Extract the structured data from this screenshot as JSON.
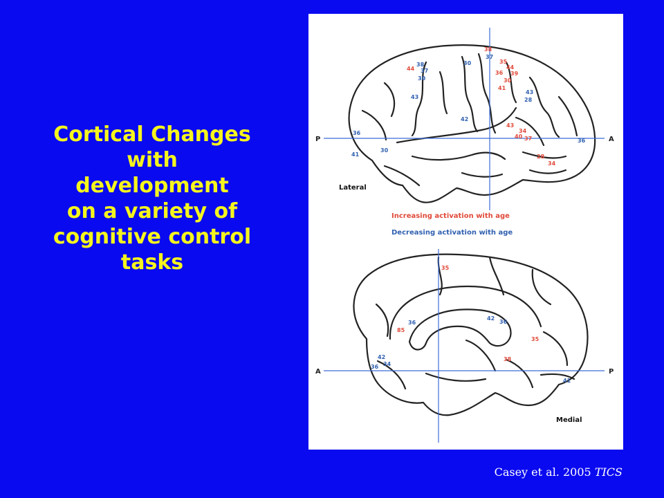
{
  "slide": {
    "title_lines": [
      "Cortical Changes",
      "with",
      "development",
      "on a variety of",
      "cognitive control",
      "tasks"
    ],
    "caption_prefix": "Casey et al. 2005",
    "caption_journal": "TICS",
    "colors": {
      "background": "#0a0af0",
      "title": "#f5f51e",
      "increasing": "#e04a3a",
      "decreasing": "#3060b0"
    }
  },
  "figure": {
    "lateral": {
      "view_label": "Lateral",
      "axis_left": "P",
      "axis_right": "A",
      "increasing_labels": [
        "38",
        "35",
        "44",
        "36",
        "39",
        "30",
        "41",
        "44",
        "43",
        "34",
        "40",
        "37",
        "28",
        "34"
      ],
      "decreasing_labels": [
        "30",
        "38",
        "37",
        "30",
        "37",
        "43",
        "28",
        "43",
        "42",
        "36",
        "41",
        "30",
        "36"
      ]
    },
    "legend": {
      "increasing": "Increasing activation with age",
      "decreasing": "Decreasing activation with age"
    },
    "medial": {
      "view_label": "Medial",
      "axis_left": "A",
      "axis_right": "P",
      "increasing_labels": [
        "35",
        "85",
        "35",
        "38"
      ],
      "decreasing_labels": [
        "36",
        "42",
        "36",
        "42",
        "34",
        "36",
        "41"
      ]
    }
  }
}
